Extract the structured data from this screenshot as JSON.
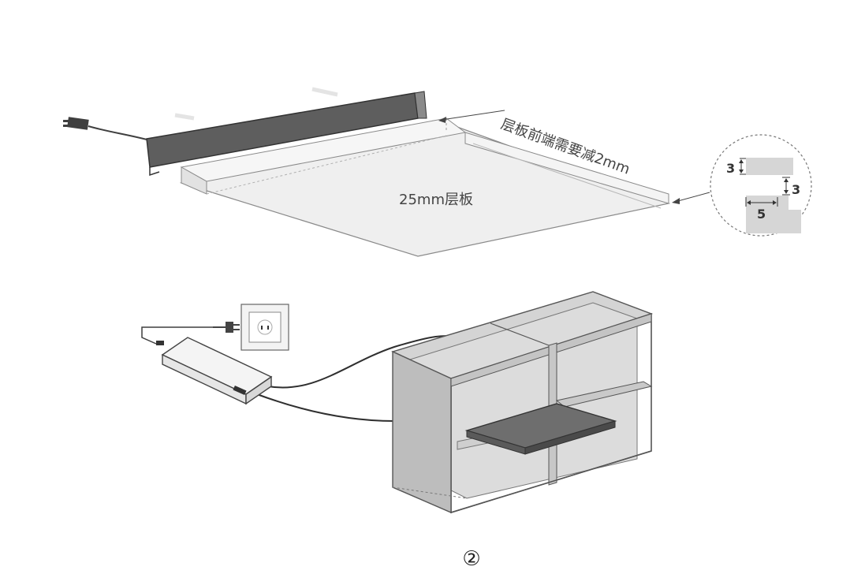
{
  "labels": {
    "front_note": "层板前端需要减2mm",
    "shelf_thickness": "25mm层板",
    "step_number": "②"
  },
  "detail": {
    "dim_top": "3",
    "dim_right": "3",
    "dim_bottom": "5"
  },
  "colors": {
    "line": "#4a4a4a",
    "profile": "#5c5c5c",
    "panel": "#efefef",
    "cabinet": "#c9c9c9",
    "shelf_insert": "#707070",
    "background": "#ffffff"
  }
}
